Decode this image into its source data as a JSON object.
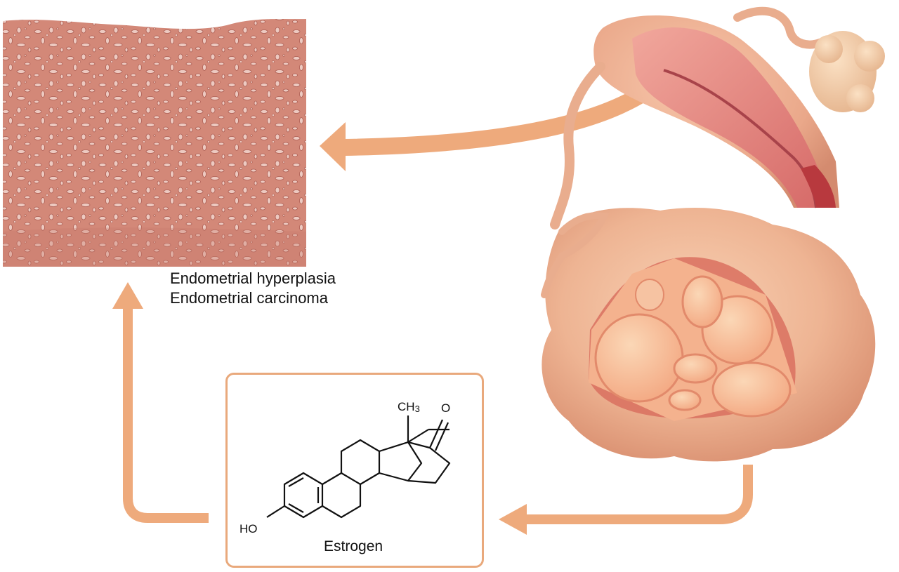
{
  "histology": {
    "caption_line1": "Endometrial hyperplasia",
    "caption_line2": "Endometrial carcinoma"
  },
  "molecule": {
    "name": "Estrogen",
    "ch3_label": "CH",
    "ch3_subscript": "3",
    "oxygen_label": "O",
    "hydroxyl_label": "HO"
  },
  "colors": {
    "arrow": "#eeaa7c",
    "tissue": "#d98f7e",
    "organ": "#efb99a",
    "uterine_lining": "#d96b69"
  },
  "icons": {
    "arrows": [
      "arrow-left-icon",
      "arrow-up-icon",
      "arrow-left-icon"
    ]
  }
}
